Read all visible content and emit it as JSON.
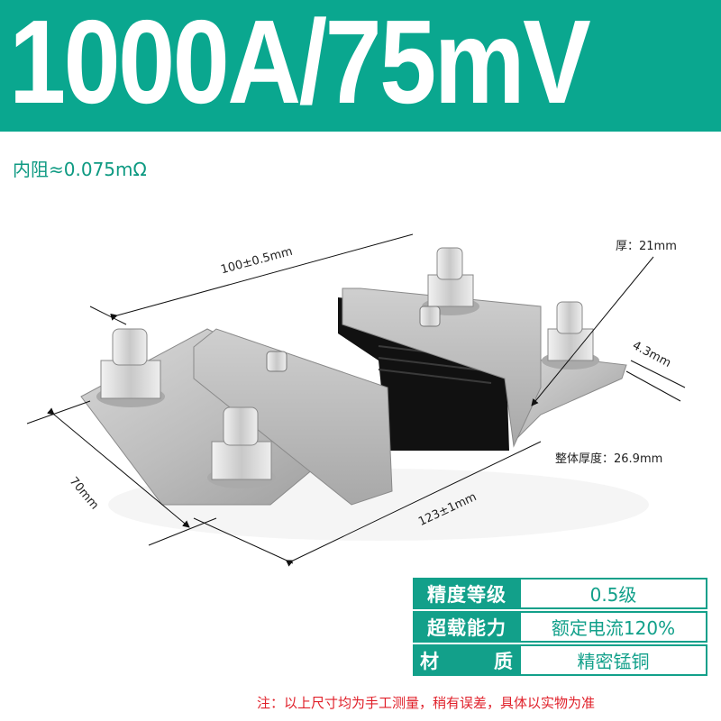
{
  "header": {
    "title": "1000A/75mV",
    "background_color": "#0aa78f"
  },
  "resistance": {
    "label": "内阻≈0.075mΩ",
    "color": "#0e9a82"
  },
  "product": {
    "name": "shunt-resistor",
    "dimensions": {
      "length_top": "100±0.5mm",
      "thickness": "厚：21mm",
      "plate_thickness": "4.3mm",
      "overall_thickness": "整体厚度：26.9mm",
      "width": "70mm",
      "length_bottom": "123±1mm"
    }
  },
  "specs": {
    "rows": [
      {
        "key": "精度等级",
        "value": "0.5级"
      },
      {
        "key": "超载能力",
        "value": "额定电流120%"
      },
      {
        "key_left": "材",
        "key_right": "质",
        "value": "精密锰铜"
      }
    ],
    "accent_color": "#12a08a"
  },
  "note": {
    "text": "注：以上尺寸均为手工测量，稍有误差，具体以实物为准",
    "color": "#e0202a"
  }
}
